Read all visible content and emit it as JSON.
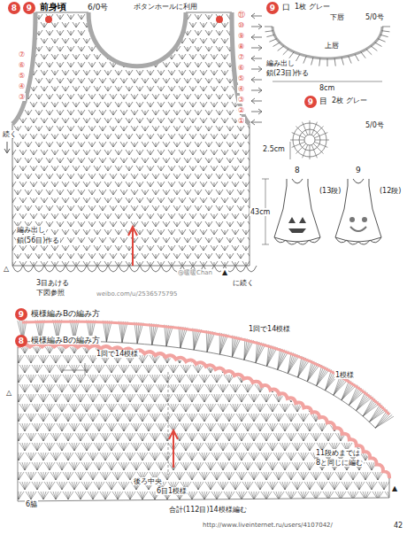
{
  "diagram": {
    "title": "前身頃",
    "nodes": [
      {
        "text": [
          "8"
        ]
      },
      {
        "text": [
          "9"
        ]
      },
      {
        "text": [
          "9"
        ]
      },
      {
        "text": [
          "9"
        ]
      },
      {
        "text": [
          "9"
        ]
      },
      {
        "text": [
          "8"
        ]
      }
    ],
    "labels": [
      "6/0号",
      "ボタンホールに利用",
      "⑪",
      "⑩",
      "⑨",
      "⑧",
      "⑦",
      "⑥",
      "⑤",
      "④",
      "③",
      "②",
      "①",
      "⑦",
      "⑥",
      "⑤",
      "④",
      "③",
      "続く",
      "編み出し",
      "鎖(56目)作る",
      "△",
      "3目あける",
      "下図参照",
      "▲",
      "に続く",
      "@暖暖Chan",
      "weibo.com/u/2536575795",
      "口",
      "1枚 グレー",
      "下唇",
      "5/0号",
      "上唇",
      "編み出し",
      "鎖(23目)作る",
      "8cm",
      "目",
      "2枚 グレー",
      "5/0号",
      "2.5cm",
      "8",
      "9",
      "(13段)",
      "(12段)",
      "43cm",
      "模様編みBの編み方",
      "模様編みBの編み方",
      "1回で14模様",
      "1回で14模様",
      "1模様",
      "後ろ中央",
      "6目1模様",
      "6脇",
      "11段めまでは",
      "8と同じに編む",
      "合計(112目)14模様編む",
      "△",
      "▲",
      "42",
      "http://www.liveinternet.ru/users/4107042/"
    ]
  }
}
